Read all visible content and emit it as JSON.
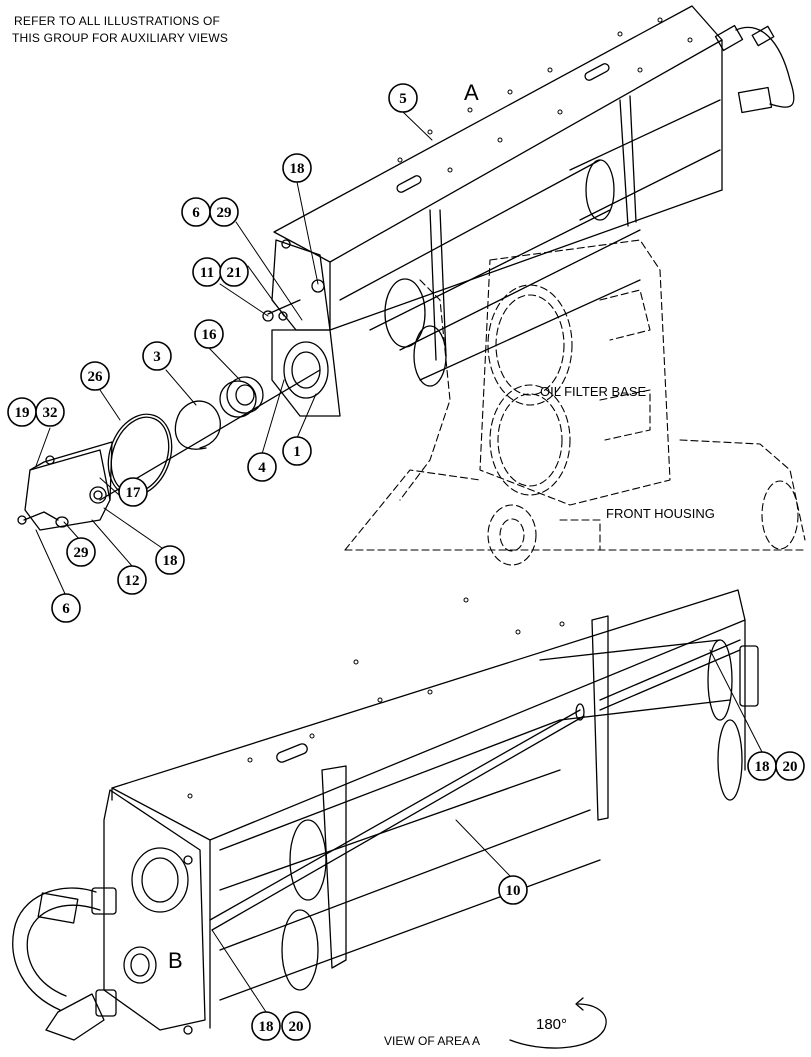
{
  "notes": {
    "line1": "REFER TO ALL ILLUSTRATIONS OF",
    "line2": "THIS GROUP FOR AUXILIARY VIEWS"
  },
  "view_labels": {
    "a": "A",
    "b": "B",
    "view_of_area": "VIEW OF AREA  A",
    "rotation": "180°"
  },
  "component_labels": {
    "oil_filter_base": "OIL FILTER BASE",
    "front_housing": "FRONT HOUSING"
  },
  "callouts": [
    {
      "id": "c5",
      "text": "5"
    },
    {
      "id": "c18a",
      "text": "18"
    },
    {
      "id": "c6a",
      "text": "6"
    },
    {
      "id": "c29a",
      "text": "29"
    },
    {
      "id": "c11",
      "text": "11"
    },
    {
      "id": "c21",
      "text": "21"
    },
    {
      "id": "c16",
      "text": "16"
    },
    {
      "id": "c3",
      "text": "3"
    },
    {
      "id": "c26",
      "text": "26"
    },
    {
      "id": "c19",
      "text": "19"
    },
    {
      "id": "c32",
      "text": "32"
    },
    {
      "id": "c4",
      "text": "4"
    },
    {
      "id": "c1",
      "text": "1"
    },
    {
      "id": "c17",
      "text": "17"
    },
    {
      "id": "c18b",
      "text": "18"
    },
    {
      "id": "c12",
      "text": "12"
    },
    {
      "id": "c29b",
      "text": "29"
    },
    {
      "id": "c6b",
      "text": "6"
    },
    {
      "id": "c18c",
      "text": "18"
    },
    {
      "id": "c20a",
      "text": "20"
    },
    {
      "id": "c10",
      "text": "10"
    },
    {
      "id": "c18d",
      "text": "18"
    },
    {
      "id": "c20b",
      "text": "20"
    }
  ]
}
